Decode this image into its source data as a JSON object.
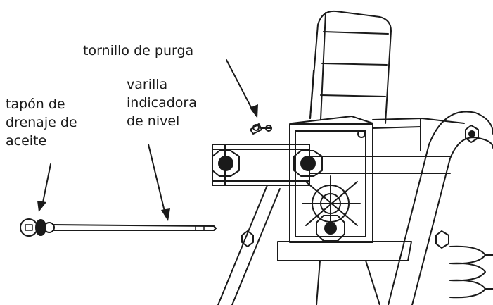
{
  "labels": {
    "drain_plug": {
      "lines": [
        "tapón de",
        "drenaje de",
        "aceite"
      ]
    },
    "dipstick": {
      "lines": [
        "varilla",
        "indicadora",
        "de nivel"
      ]
    },
    "bleed_screw": {
      "lines": [
        "tornillo de purga"
      ]
    }
  },
  "colors": {
    "line": "#1a1a1a",
    "background": "#ffffff"
  }
}
